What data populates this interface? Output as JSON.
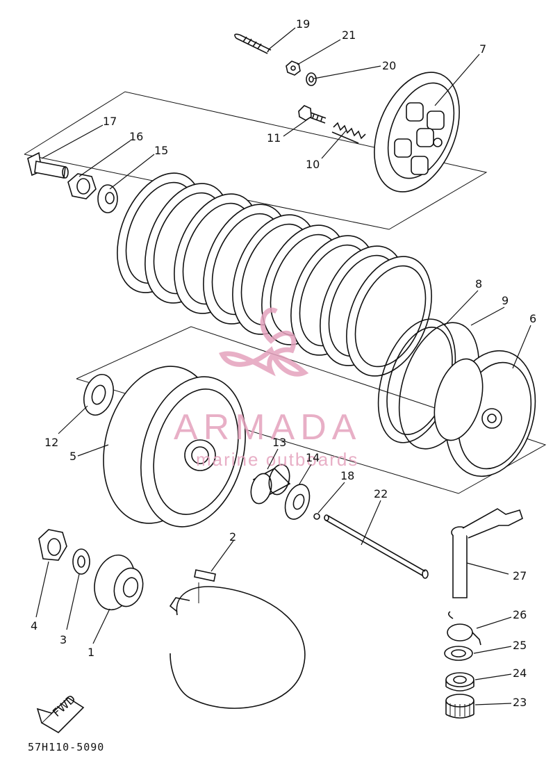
{
  "diagram": {
    "drawing_code": "57H110-5090",
    "fwd_label": "FWD",
    "watermark": {
      "brand": "ARMADA",
      "tagline": "marine outboards",
      "color": "#e4a2bd"
    },
    "parts": [
      {
        "number": "1",
        "id": "p1"
      },
      {
        "number": "2",
        "id": "p2"
      },
      {
        "number": "3",
        "id": "p3"
      },
      {
        "number": "4",
        "id": "p4"
      },
      {
        "number": "5",
        "id": "p5"
      },
      {
        "number": "6",
        "id": "p6"
      },
      {
        "number": "7",
        "id": "p7"
      },
      {
        "number": "8",
        "id": "p8"
      },
      {
        "number": "9",
        "id": "p9"
      },
      {
        "number": "10",
        "id": "p10"
      },
      {
        "number": "11",
        "id": "p11"
      },
      {
        "number": "12",
        "id": "p12"
      },
      {
        "number": "13",
        "id": "p13"
      },
      {
        "number": "14",
        "id": "p14"
      },
      {
        "number": "15",
        "id": "p15"
      },
      {
        "number": "16",
        "id": "p16"
      },
      {
        "number": "17",
        "id": "p17"
      },
      {
        "number": "18",
        "id": "p18"
      },
      {
        "number": "19",
        "id": "p19"
      },
      {
        "number": "20",
        "id": "p20"
      },
      {
        "number": "21",
        "id": "p21"
      },
      {
        "number": "22",
        "id": "p22"
      },
      {
        "number": "23",
        "id": "p23"
      },
      {
        "number": "24",
        "id": "p24"
      },
      {
        "number": "25",
        "id": "p25"
      },
      {
        "number": "26",
        "id": "p26"
      },
      {
        "number": "27",
        "id": "p27"
      }
    ]
  }
}
